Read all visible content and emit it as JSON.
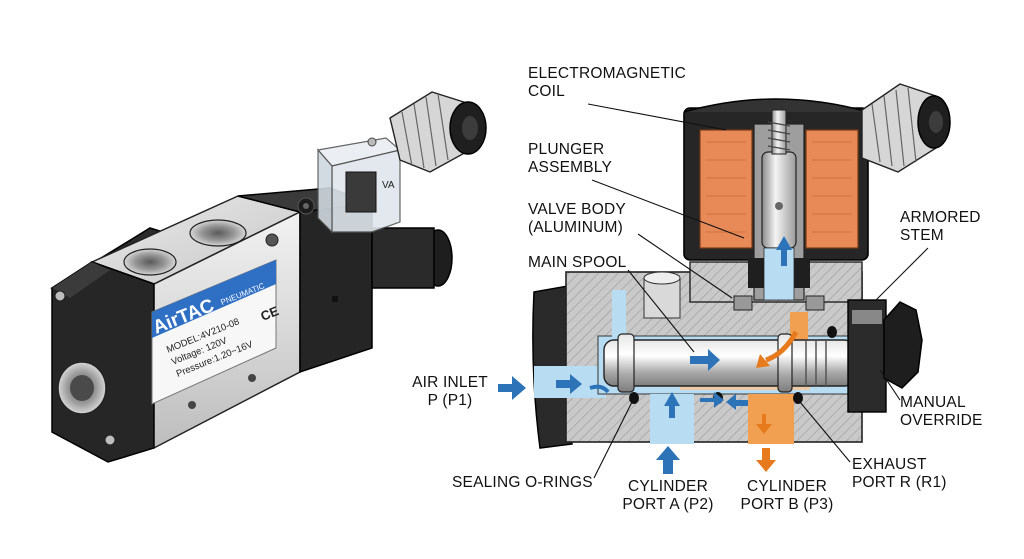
{
  "valve_product": {
    "brand": "AirTAC",
    "brand_suffix": "PNEUMATIC",
    "model_line": "MODEL:4V210-08",
    "voltage_line": "Voltage: 120V",
    "pressure_line": "Pressure:1.20~16V",
    "ce_mark": "CE",
    "connector_mark": "VA"
  },
  "callouts": {
    "coil": [
      "ELECTROMAGNETIC",
      "COIL"
    ],
    "plunger": [
      "PLUNGER",
      "ASSEMBLY"
    ],
    "valve_body": [
      "VALVE BODY",
      "(ALUMINUM)"
    ],
    "main_spool": [
      "MAIN SPOOL"
    ],
    "armored_stem": [
      "ARMORED",
      "STEM"
    ],
    "air_inlet": [
      "AIR INLET",
      "P (P1)"
    ],
    "manual_override": [
      "MANUAL",
      "OVERRIDE"
    ],
    "sealing_orings": [
      "SEALING O-RINGS"
    ],
    "cyl_port_a": [
      "CYLINDER",
      "PORT A (P2)"
    ],
    "cyl_port_b": [
      "CYLINDER",
      "PORT B (P3)"
    ],
    "exhaust_port": [
      "EXHAUST",
      "PORT R (R1)"
    ]
  },
  "colors": {
    "air_blue": "#b8dcf2",
    "arrow_blue": "#2c73b8",
    "exhaust_orange": "#f0a050",
    "arrow_orange": "#e67a1c",
    "coil_copper": "#e88a58",
    "body_gray": "#c8c8c8",
    "housing_black": "#262626",
    "label_blue": "#2f6fc4"
  }
}
